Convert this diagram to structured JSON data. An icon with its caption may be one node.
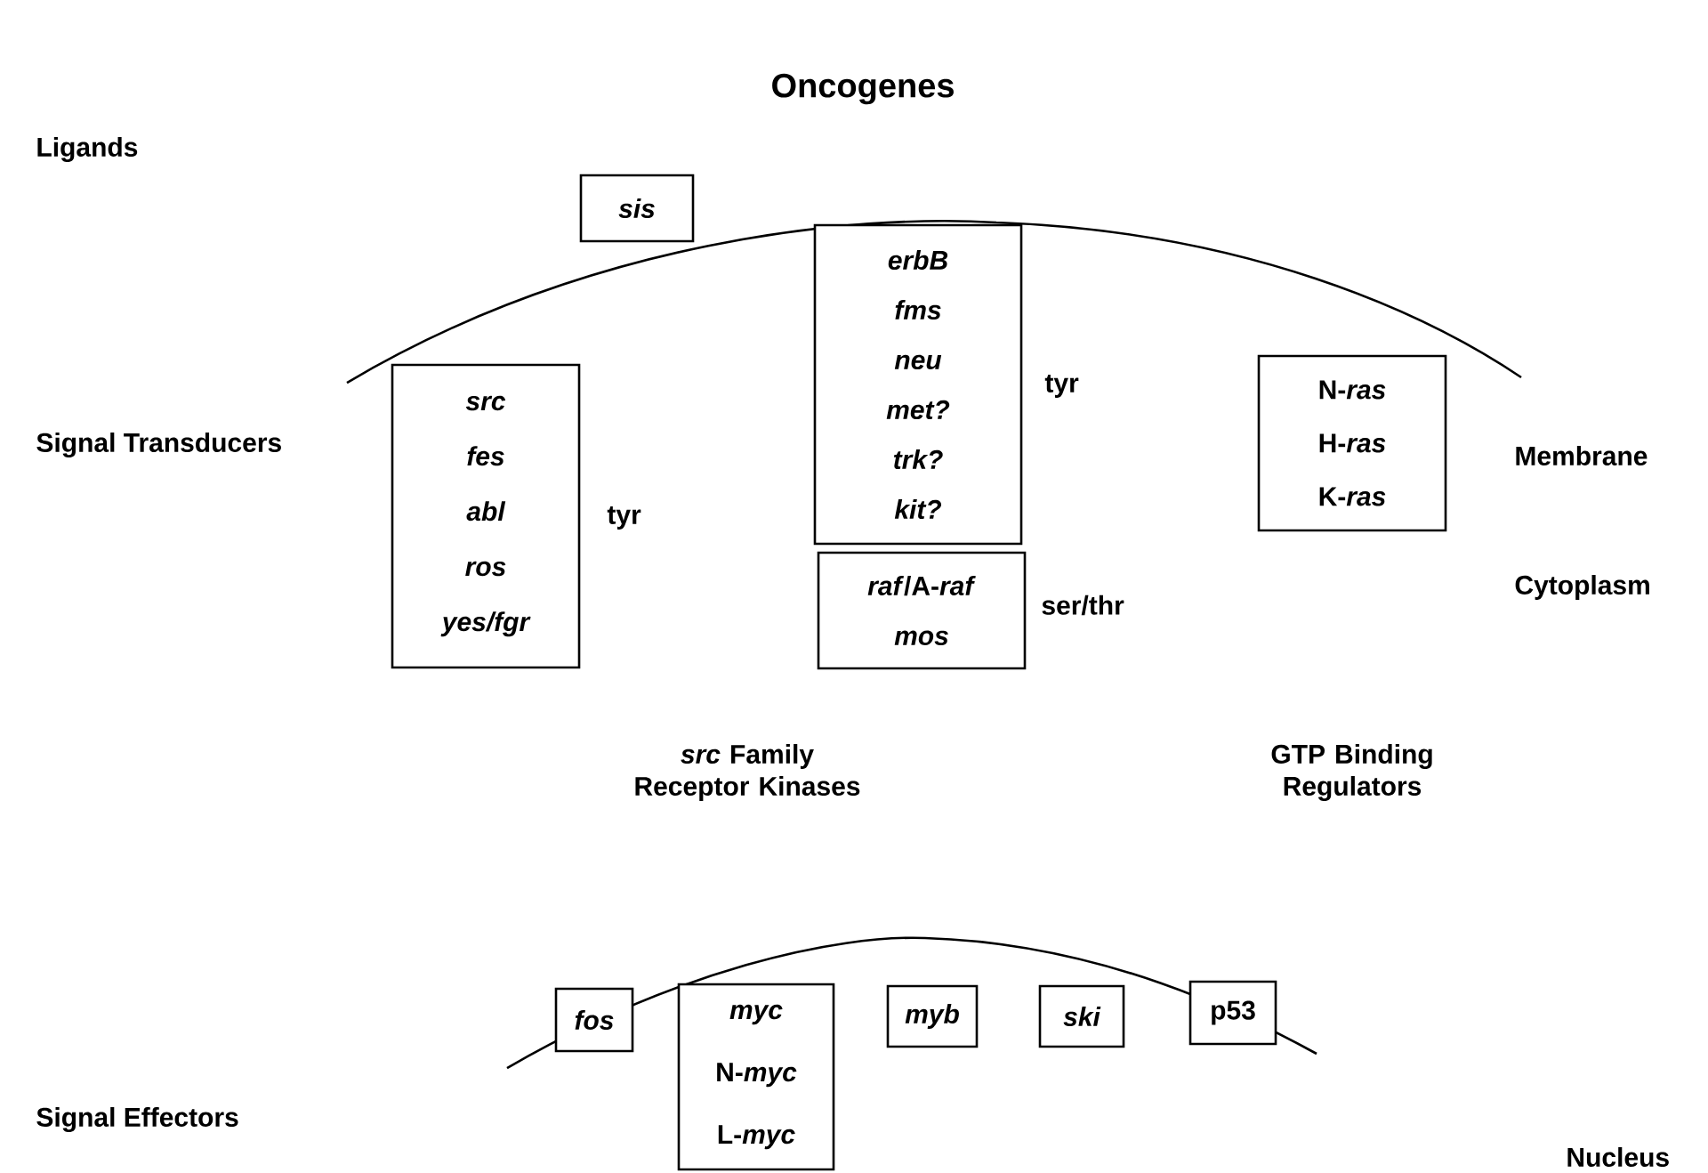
{
  "diagram": {
    "title": "Oncogenes",
    "nodes": [
      {
        "text": [
          "sis"
        ]
      },
      {
        "text": [
          "src",
          "fes",
          "abl",
          "ros",
          "yes/fgr"
        ],
        "beside": [
          "tyr"
        ]
      },
      {
        "text": [
          "erbB",
          "fms",
          "neu",
          "met?",
          "trk?",
          "kit?"
        ],
        "beside": [
          "tyr"
        ]
      },
      {
        "text": [
          "*raf*/A-*raf*",
          "mos"
        ],
        "beside": [
          "ser/thr"
        ]
      },
      {
        "text": [
          "N-*ras*",
          "H-*ras*",
          "K-*ras*"
        ]
      },
      {
        "text": [
          "fos"
        ]
      },
      {
        "text": [
          "myc",
          "N-*myc*",
          "L-*myc*"
        ]
      },
      {
        "text": [
          "myb"
        ]
      },
      {
        "text": [
          "ski"
        ]
      },
      {
        "text": [
          "p53"
        ]
      }
    ],
    "edges": [],
    "labels": [
      "Ligands",
      "Signal Transducers",
      "Membrane",
      "Cytoplasm",
      "*src* Family Receptor Kinases",
      "GTP Binding Regulators",
      "Signal Effectors",
      "Nucleus"
    ]
  }
}
